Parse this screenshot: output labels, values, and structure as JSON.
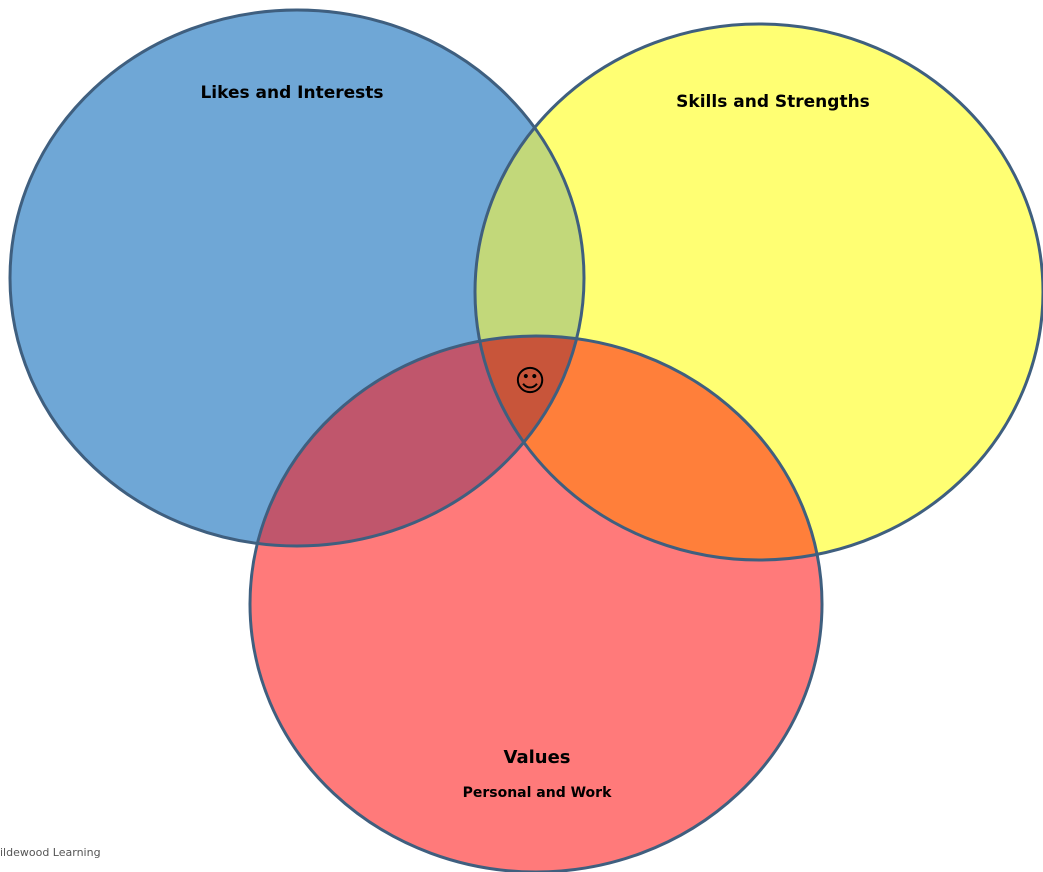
{
  "diagram": {
    "circles": [
      {
        "id": "likes",
        "label": "Likes and Interests",
        "sublabel": "",
        "color": "#6fa7d6"
      },
      {
        "id": "skills",
        "label": "Skills and Strengths",
        "sublabel": "",
        "color": "#ffff73"
      },
      {
        "id": "values",
        "label": "Values",
        "sublabel": "Personal and Work",
        "color": "#ff7a7a"
      }
    ],
    "overlap_colors": {
      "likes_skills": "#c2d87a",
      "likes_values": "#c0566c",
      "skills_values": "#ff7f3a",
      "center": "#c8553a"
    },
    "outline_color": "#3f5f7f",
    "center_icon": "smiley-face-icon",
    "center_glyph": "☺"
  },
  "credit": "ildewood Learning"
}
